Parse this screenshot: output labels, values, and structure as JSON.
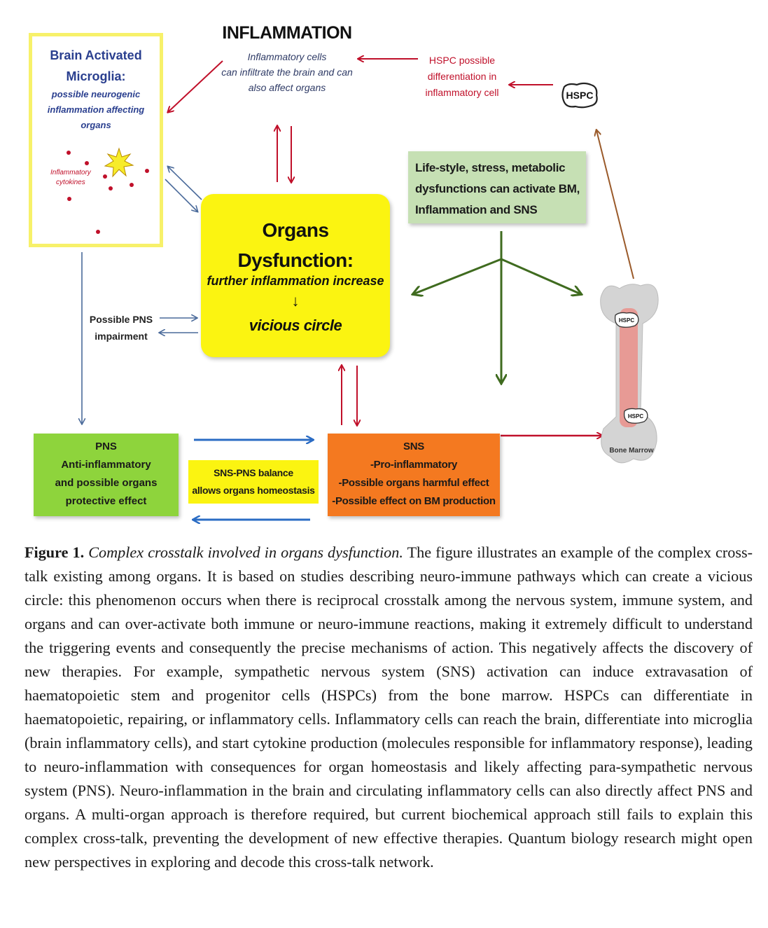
{
  "figure": {
    "brain": {
      "title_line1": "Brain Activated",
      "title_line2": "Microglia:",
      "sub_line1": "possible neurogenic",
      "sub_line2": "inflammation affecting",
      "sub_line3": "organs",
      "cytokines_line1": "Inflammatory",
      "cytokines_line2": "cytokines"
    },
    "inflammation": {
      "title": "INFLAMMATION",
      "line1": "Inflammatory cells",
      "line2": "can infiltrate the brain and can",
      "line3": "also affect organs"
    },
    "hspc_diff": {
      "line1": "HSPC possible",
      "line2": "differentiation in",
      "line3": "inflammatory cell"
    },
    "hspc_label": "HSPC",
    "organs": {
      "title_line1": "Organs",
      "title_line2": "Dysfunction:",
      "sub": "further inflammation increase",
      "arrow": "↓",
      "vicious": "vicious circle"
    },
    "lifestyle": {
      "line1": "Life-style, stress, metabolic",
      "line2": "dysfunctions can activate BM,",
      "line3": "Inflammation and SNS"
    },
    "pns_impairment": {
      "line1": "Possible PNS",
      "line2": "impairment"
    },
    "pns": {
      "line1": "PNS",
      "line2": "Anti-inflammatory",
      "line3": "and possible organs",
      "line4": "protective effect"
    },
    "balance": {
      "line1": "SNS-PNS balance",
      "line2": "allows organs homeostasis"
    },
    "sns": {
      "line1": "SNS",
      "line2": "-Pro-inflammatory",
      "line3": "-Possible organs harmful effect",
      "line4": "-Possible effect on BM production"
    },
    "bone": {
      "hspc_top": "HSPC",
      "hspc_bottom": "HSPC",
      "label": "Bone Marrow"
    },
    "colors": {
      "red_arrow": "#c0102a",
      "blue_arrow": "#2b6cc4",
      "green_arrow": "#3f6b1f",
      "brown_arrow": "#9a5a2a",
      "organs_fill": "#fbf411",
      "pns_fill": "#8ed43c",
      "sns_fill": "#f47920",
      "lifestyle_fill": "#c6e0b4"
    }
  },
  "caption": {
    "label": "Figure 1.",
    "title": "Complex crosstalk involved in organs dysfunction.",
    "body": "The figure illustrates an example of the complex cross-talk existing among organs. It is based on studies describing neuro-immune pathways which can create a vicious circle: this phenomenon occurs when there is reciprocal crosstalk among the nervous system, immune system, and organs and can over-activate both immune or neuro-immune reactions, making it extremely difficult to understand the triggering events and consequently the precise mechanisms of action. This negatively affects the discovery of new therapies. For example, sympathetic nervous system (SNS) activation can induce extravasation of haematopoietic stem and progenitor cells (HSPCs) from the bone marrow. HSPCs can differentiate in haematopoietic, repairing, or inflammatory cells. Inflammatory cells can reach the brain, differentiate into microglia (brain inflammatory cells), and start cytokine production (molecules responsible for inflammatory response), leading to neuro-inflammation with consequences for organ homeostasis and likely affecting para-sympathetic nervous system (PNS). Neuro-inflammation in the brain and circulating inflammatory cells can also directly affect PNS and organs. A multi-organ approach is therefore required, but current biochemical approach still fails to explain this complex cross-talk, preventing the development of new effective therapies. Quantum biology research might open new perspectives in exploring and decode this cross-talk network."
  }
}
